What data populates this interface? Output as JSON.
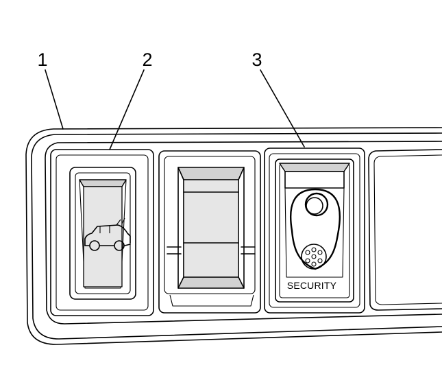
{
  "callouts": [
    {
      "id": "1",
      "label": "1"
    },
    {
      "id": "2",
      "label": "2"
    },
    {
      "id": "3",
      "label": "3"
    }
  ],
  "security_button": {
    "label": "SECURITY"
  },
  "icons": {
    "liftgate_switch": "vehicle-rear-icon",
    "security_button": "key-fob-icon"
  }
}
